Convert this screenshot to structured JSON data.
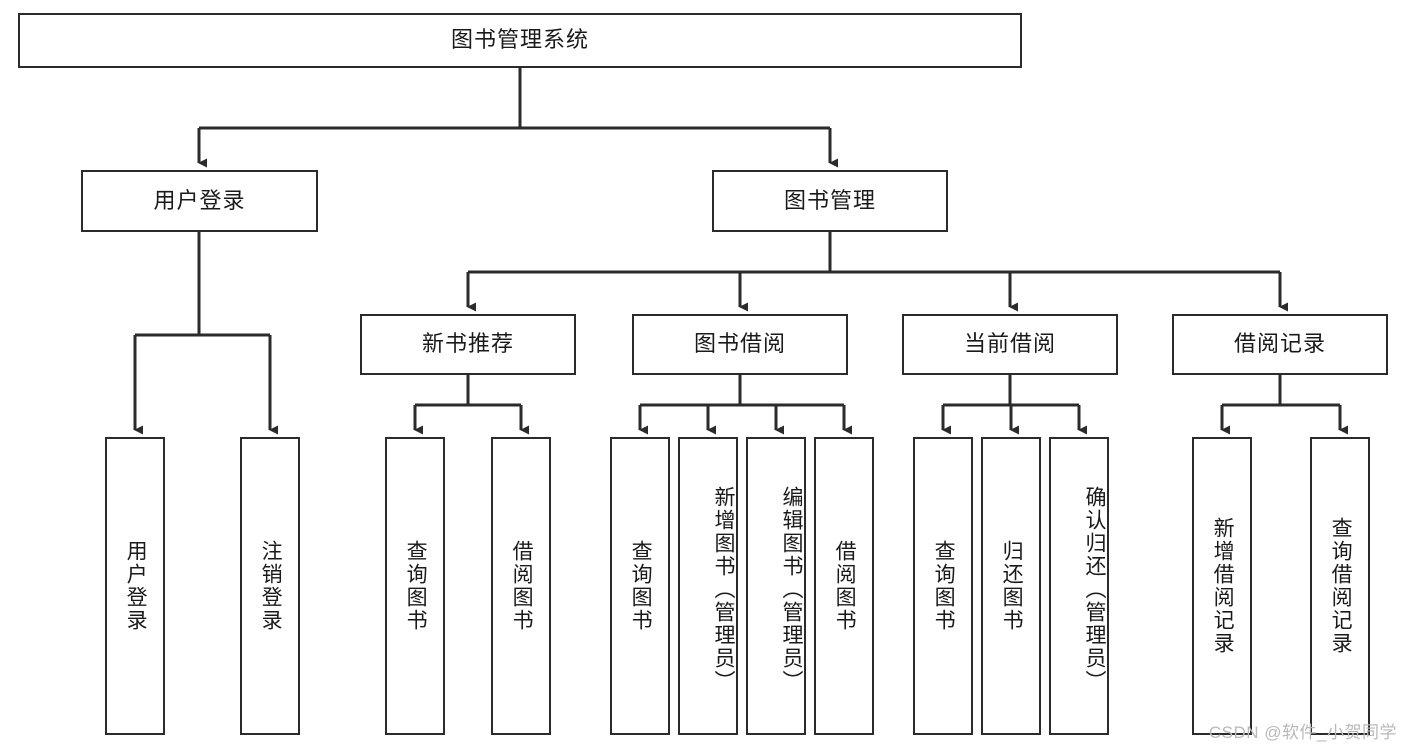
{
  "diagram": {
    "type": "tree",
    "title": "图书管理系统",
    "watermark": "CSDN @软件_小贺同学",
    "colors": {
      "stroke": "#2b2b2b",
      "fill": "#ffffff",
      "text": "#1a1a1a",
      "watermark": "#b9b9b9"
    },
    "nodes": {
      "root": {
        "label": "图书管理系统"
      },
      "level2": [
        {
          "id": "user-login",
          "label": "用户登录"
        },
        {
          "id": "book-management",
          "label": "图书管理"
        }
      ],
      "level3": [
        {
          "id": "new-book-recommend",
          "label": "新书推荐"
        },
        {
          "id": "book-borrow",
          "label": "图书借阅"
        },
        {
          "id": "current-borrow",
          "label": "当前借阅"
        },
        {
          "id": "borrow-record",
          "label": "借阅记录"
        }
      ],
      "leaves": {
        "user-login": [
          {
            "id": "leaf-user-login",
            "label": "用户登录"
          },
          {
            "id": "leaf-logout-login",
            "label": "注销登录"
          }
        ],
        "new-book-recommend": [
          {
            "id": "leaf-query-book-1",
            "label": "查询图书"
          },
          {
            "id": "leaf-borrow-book-1",
            "label": "借阅图书"
          }
        ],
        "book-borrow": [
          {
            "id": "leaf-query-book-2",
            "label": "查询图书"
          },
          {
            "id": "leaf-add-book",
            "label": "新增图书（管理员）"
          },
          {
            "id": "leaf-edit-book",
            "label": "编辑图书（管理员）"
          },
          {
            "id": "leaf-borrow-book-2",
            "label": "借阅图书"
          }
        ],
        "current-borrow": [
          {
            "id": "leaf-query-book-3",
            "label": "查询图书"
          },
          {
            "id": "leaf-return-book",
            "label": "归还图书"
          },
          {
            "id": "leaf-confirm-return",
            "label": "确认归还（管理员）"
          }
        ],
        "borrow-record": [
          {
            "id": "leaf-add-record",
            "label": "新增借阅记录"
          },
          {
            "id": "leaf-query-record",
            "label": "查询借阅记录"
          }
        ]
      }
    },
    "edges": [
      {
        "from": "图书管理系统",
        "to": "用户登录"
      },
      {
        "from": "图书管理系统",
        "to": "图书管理"
      },
      {
        "from": "用户登录",
        "to": "用户登录"
      },
      {
        "from": "用户登录",
        "to": "注销登录"
      },
      {
        "from": "图书管理",
        "to": "新书推荐"
      },
      {
        "from": "图书管理",
        "to": "图书借阅"
      },
      {
        "from": "图书管理",
        "to": "当前借阅"
      },
      {
        "from": "图书管理",
        "to": "借阅记录"
      },
      {
        "from": "新书推荐",
        "to": "查询图书"
      },
      {
        "from": "新书推荐",
        "to": "借阅图书"
      },
      {
        "from": "图书借阅",
        "to": "查询图书"
      },
      {
        "from": "图书借阅",
        "to": "新增图书（管理员）"
      },
      {
        "from": "图书借阅",
        "to": "编辑图书（管理员）"
      },
      {
        "from": "图书借阅",
        "to": "借阅图书"
      },
      {
        "from": "当前借阅",
        "to": "查询图书"
      },
      {
        "from": "当前借阅",
        "to": "归还图书"
      },
      {
        "from": "当前借阅",
        "to": "确认归还（管理员）"
      },
      {
        "from": "借阅记录",
        "to": "新增借阅记录"
      },
      {
        "from": "借阅记录",
        "to": "查询借阅记录"
      }
    ]
  }
}
